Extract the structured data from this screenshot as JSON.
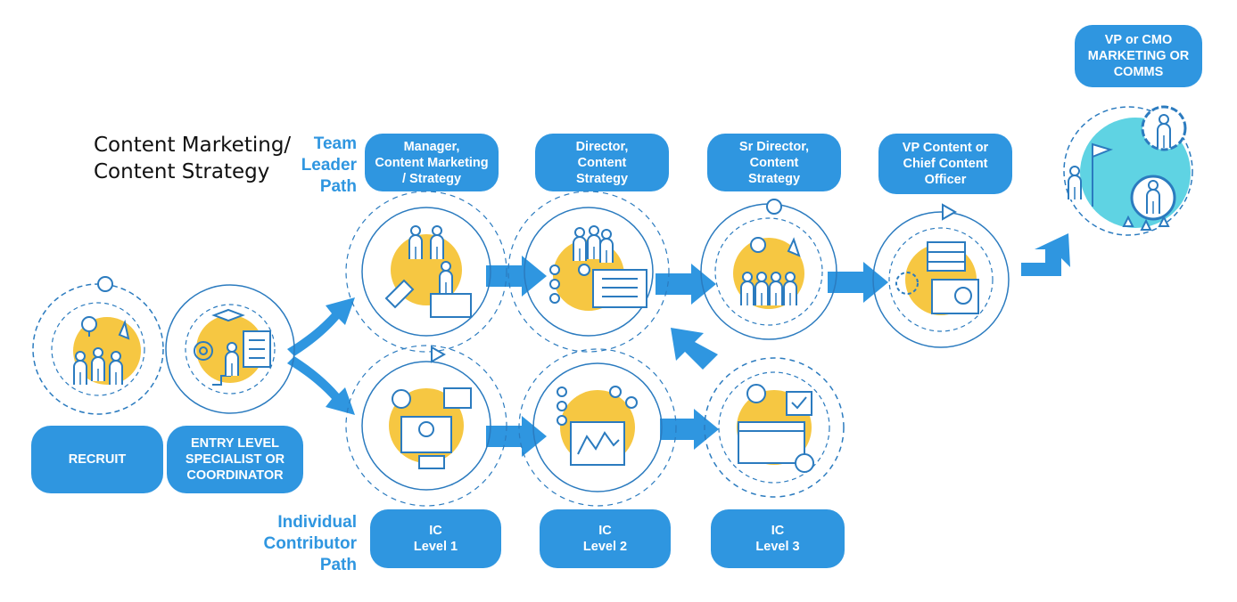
{
  "title": [
    "Content Marketing/",
    "Content Strategy"
  ],
  "team_path_label": [
    "Team",
    "Leader",
    "Path"
  ],
  "ic_path_label": [
    "Individual",
    "Contributor",
    "Path"
  ],
  "roles": {
    "recruit": [
      "RECRUIT"
    ],
    "entry": [
      "ENTRY LEVEL",
      "SPECIALIST OR",
      "COORDINATOR"
    ],
    "manager": [
      "Manager,",
      "Content Marketing",
      "/ Strategy"
    ],
    "director": [
      "Director,",
      "Content",
      "Strategy"
    ],
    "sr_director": [
      "Sr Director,",
      "Content",
      "Strategy"
    ],
    "vp_content": [
      "VP Content or",
      "Chief Content",
      "Officer"
    ],
    "vp_cmo": [
      "VP or CMO",
      "MARKETING OR",
      "COMMS"
    ],
    "ic1": [
      "IC",
      "Level 1"
    ],
    "ic2": [
      "IC",
      "Level 2"
    ],
    "ic3": [
      "IC",
      "Level 3"
    ]
  },
  "icons": {
    "recruit": "idea-team-icon",
    "entry": "career-ladder-icon",
    "manager": "team-manager-icon",
    "director": "decision-checklist-icon",
    "sr_director": "team-idea-icon",
    "vp_content": "data-dashboard-icon",
    "vp_cmo": "leader-flag-icon",
    "ic1": "support-laptop-icon",
    "ic2": "analytics-monitor-icon",
    "ic3": "web-settings-icon"
  },
  "colors": {
    "accent": "#2f96e0",
    "highlight": "#f6c742",
    "cmo_blob": "#5fd3e3",
    "line": "#2b7bbf"
  }
}
